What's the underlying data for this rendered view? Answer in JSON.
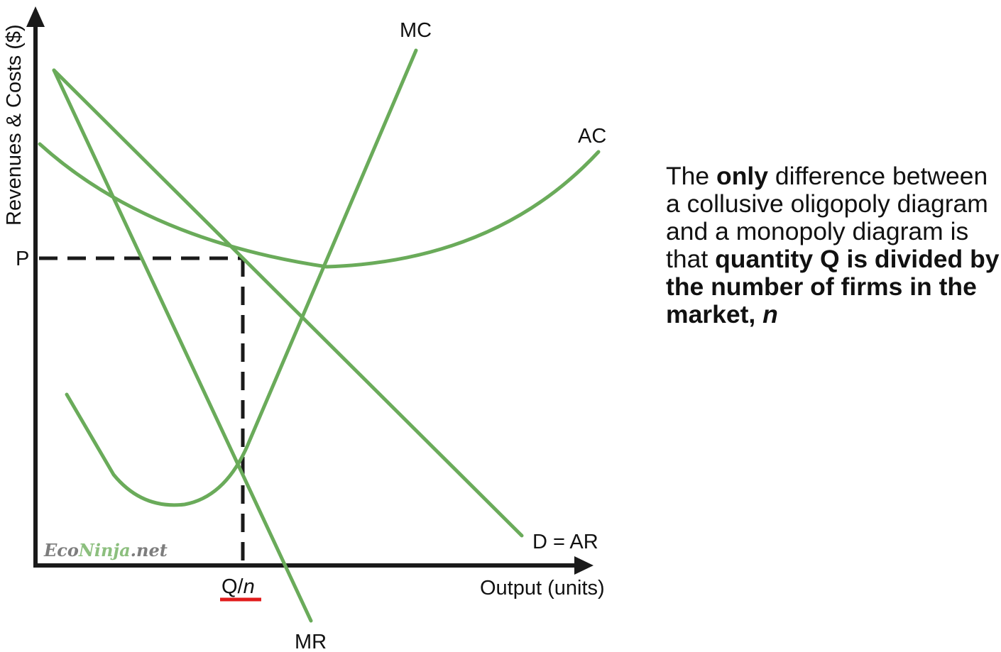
{
  "axes": {
    "y_label": "Revenues & Costs ($)",
    "x_label": "Output (units)",
    "price_label": "P",
    "quantity_label": "Q/",
    "quantity_label_italic": "n"
  },
  "curves": {
    "mc": "MC",
    "ac": "AC",
    "demand": "D = AR",
    "mr": "MR"
  },
  "watermark": {
    "part1": "Eco",
    "part2": "Ninja",
    "part3": ".net"
  },
  "note": {
    "t1": "The ",
    "t2": "only",
    "t3": " difference between a collusive oligopoly diagram and a monopoly diagram is that ",
    "t4": "quantity Q is divided by the number of firms in the market, ",
    "t5": "n"
  },
  "colors": {
    "curve": "#6aab5a",
    "axis": "#1a1a1a",
    "underline": "#e11b1b",
    "watermark_eco": "#7d7d7d",
    "watermark_ninja": "#8cbf7e"
  }
}
